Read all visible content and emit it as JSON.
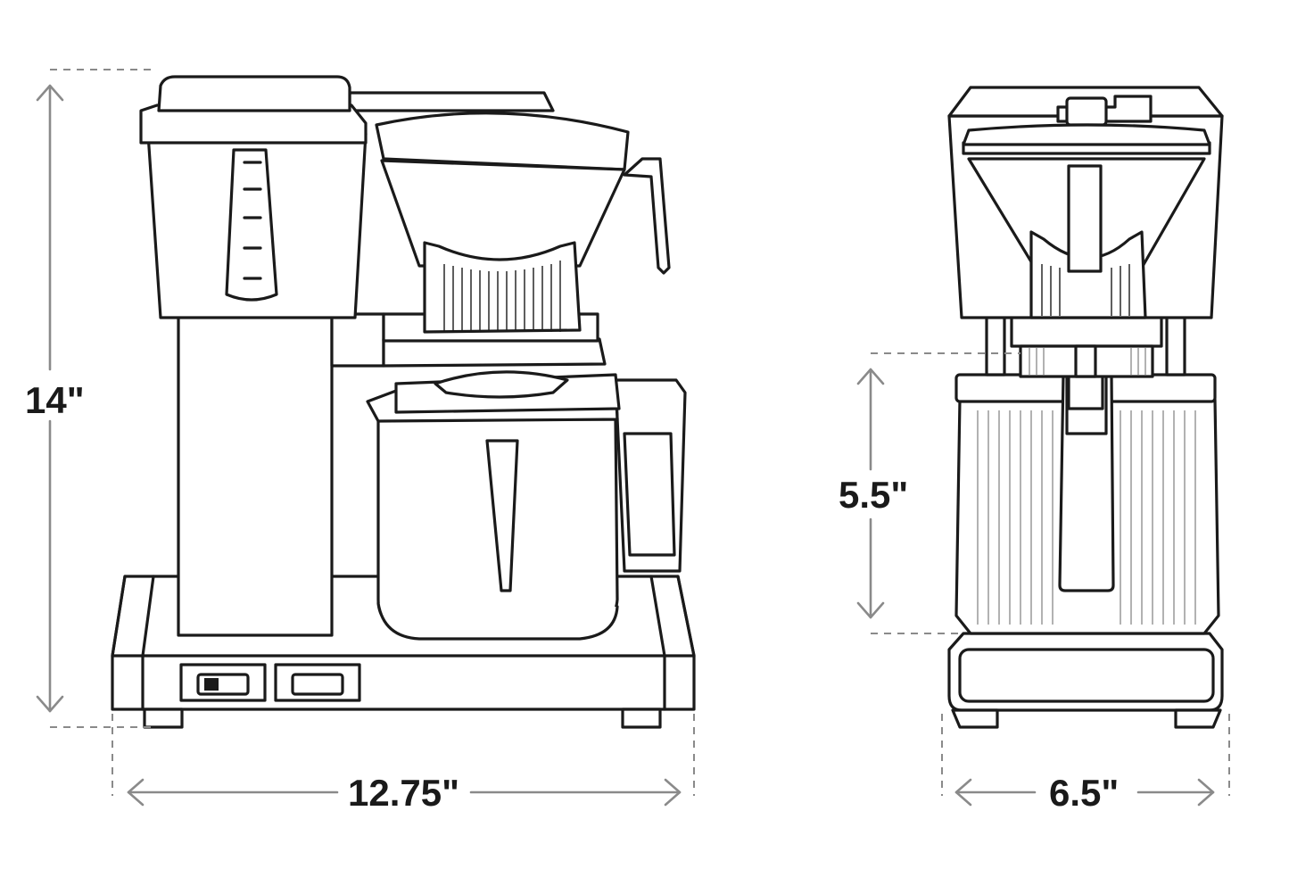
{
  "dimensions": {
    "height": "14\"",
    "width": "12.75\"",
    "carafe_height": "5.5\"",
    "depth": "6.5\""
  },
  "colors": {
    "line": "#1a1a1a",
    "dimension": "#8a8a8a",
    "background": "#ffffff"
  }
}
